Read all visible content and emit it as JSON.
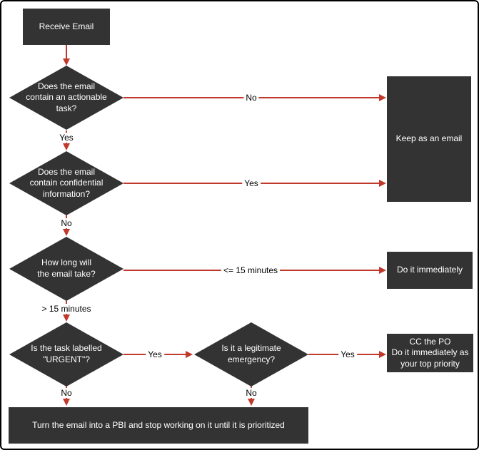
{
  "colors": {
    "node_background": "#333333",
    "node_text": "#ffffff",
    "arrow": "#c0392b",
    "edge_label_text": "#000000",
    "canvas_background": "#ffffff",
    "canvas_border": "#000000"
  },
  "nodes": {
    "receive_email": "Receive Email",
    "q_actionable": "Does the email\ncontain an actionable\ntask?",
    "q_confidential": "Does the email\ncontain confidential\ninformation?",
    "q_duration": "How long will\nthe email take?",
    "q_urgent": "Is the task labelled\n\"URGENT\"?",
    "q_emergency": "Is it a legitimate\nemergency?",
    "keep_as_email": "Keep as an email",
    "do_it_immediately": "Do it immediately",
    "cc_the_po": "CC the PO\nDo it immediately as\nyour top priority",
    "turn_into_pbi": "Turn the email into a PBI and stop working on it until it is prioritized"
  },
  "edge_labels": {
    "actionable_no": "No",
    "actionable_yes": "Yes",
    "confidential_yes": "Yes",
    "confidential_no": "No",
    "duration_short": "<= 15 minutes",
    "duration_long": "> 15 minutes",
    "urgent_yes": "Yes",
    "urgent_no": "No",
    "emergency_yes": "Yes",
    "emergency_no": "No"
  }
}
